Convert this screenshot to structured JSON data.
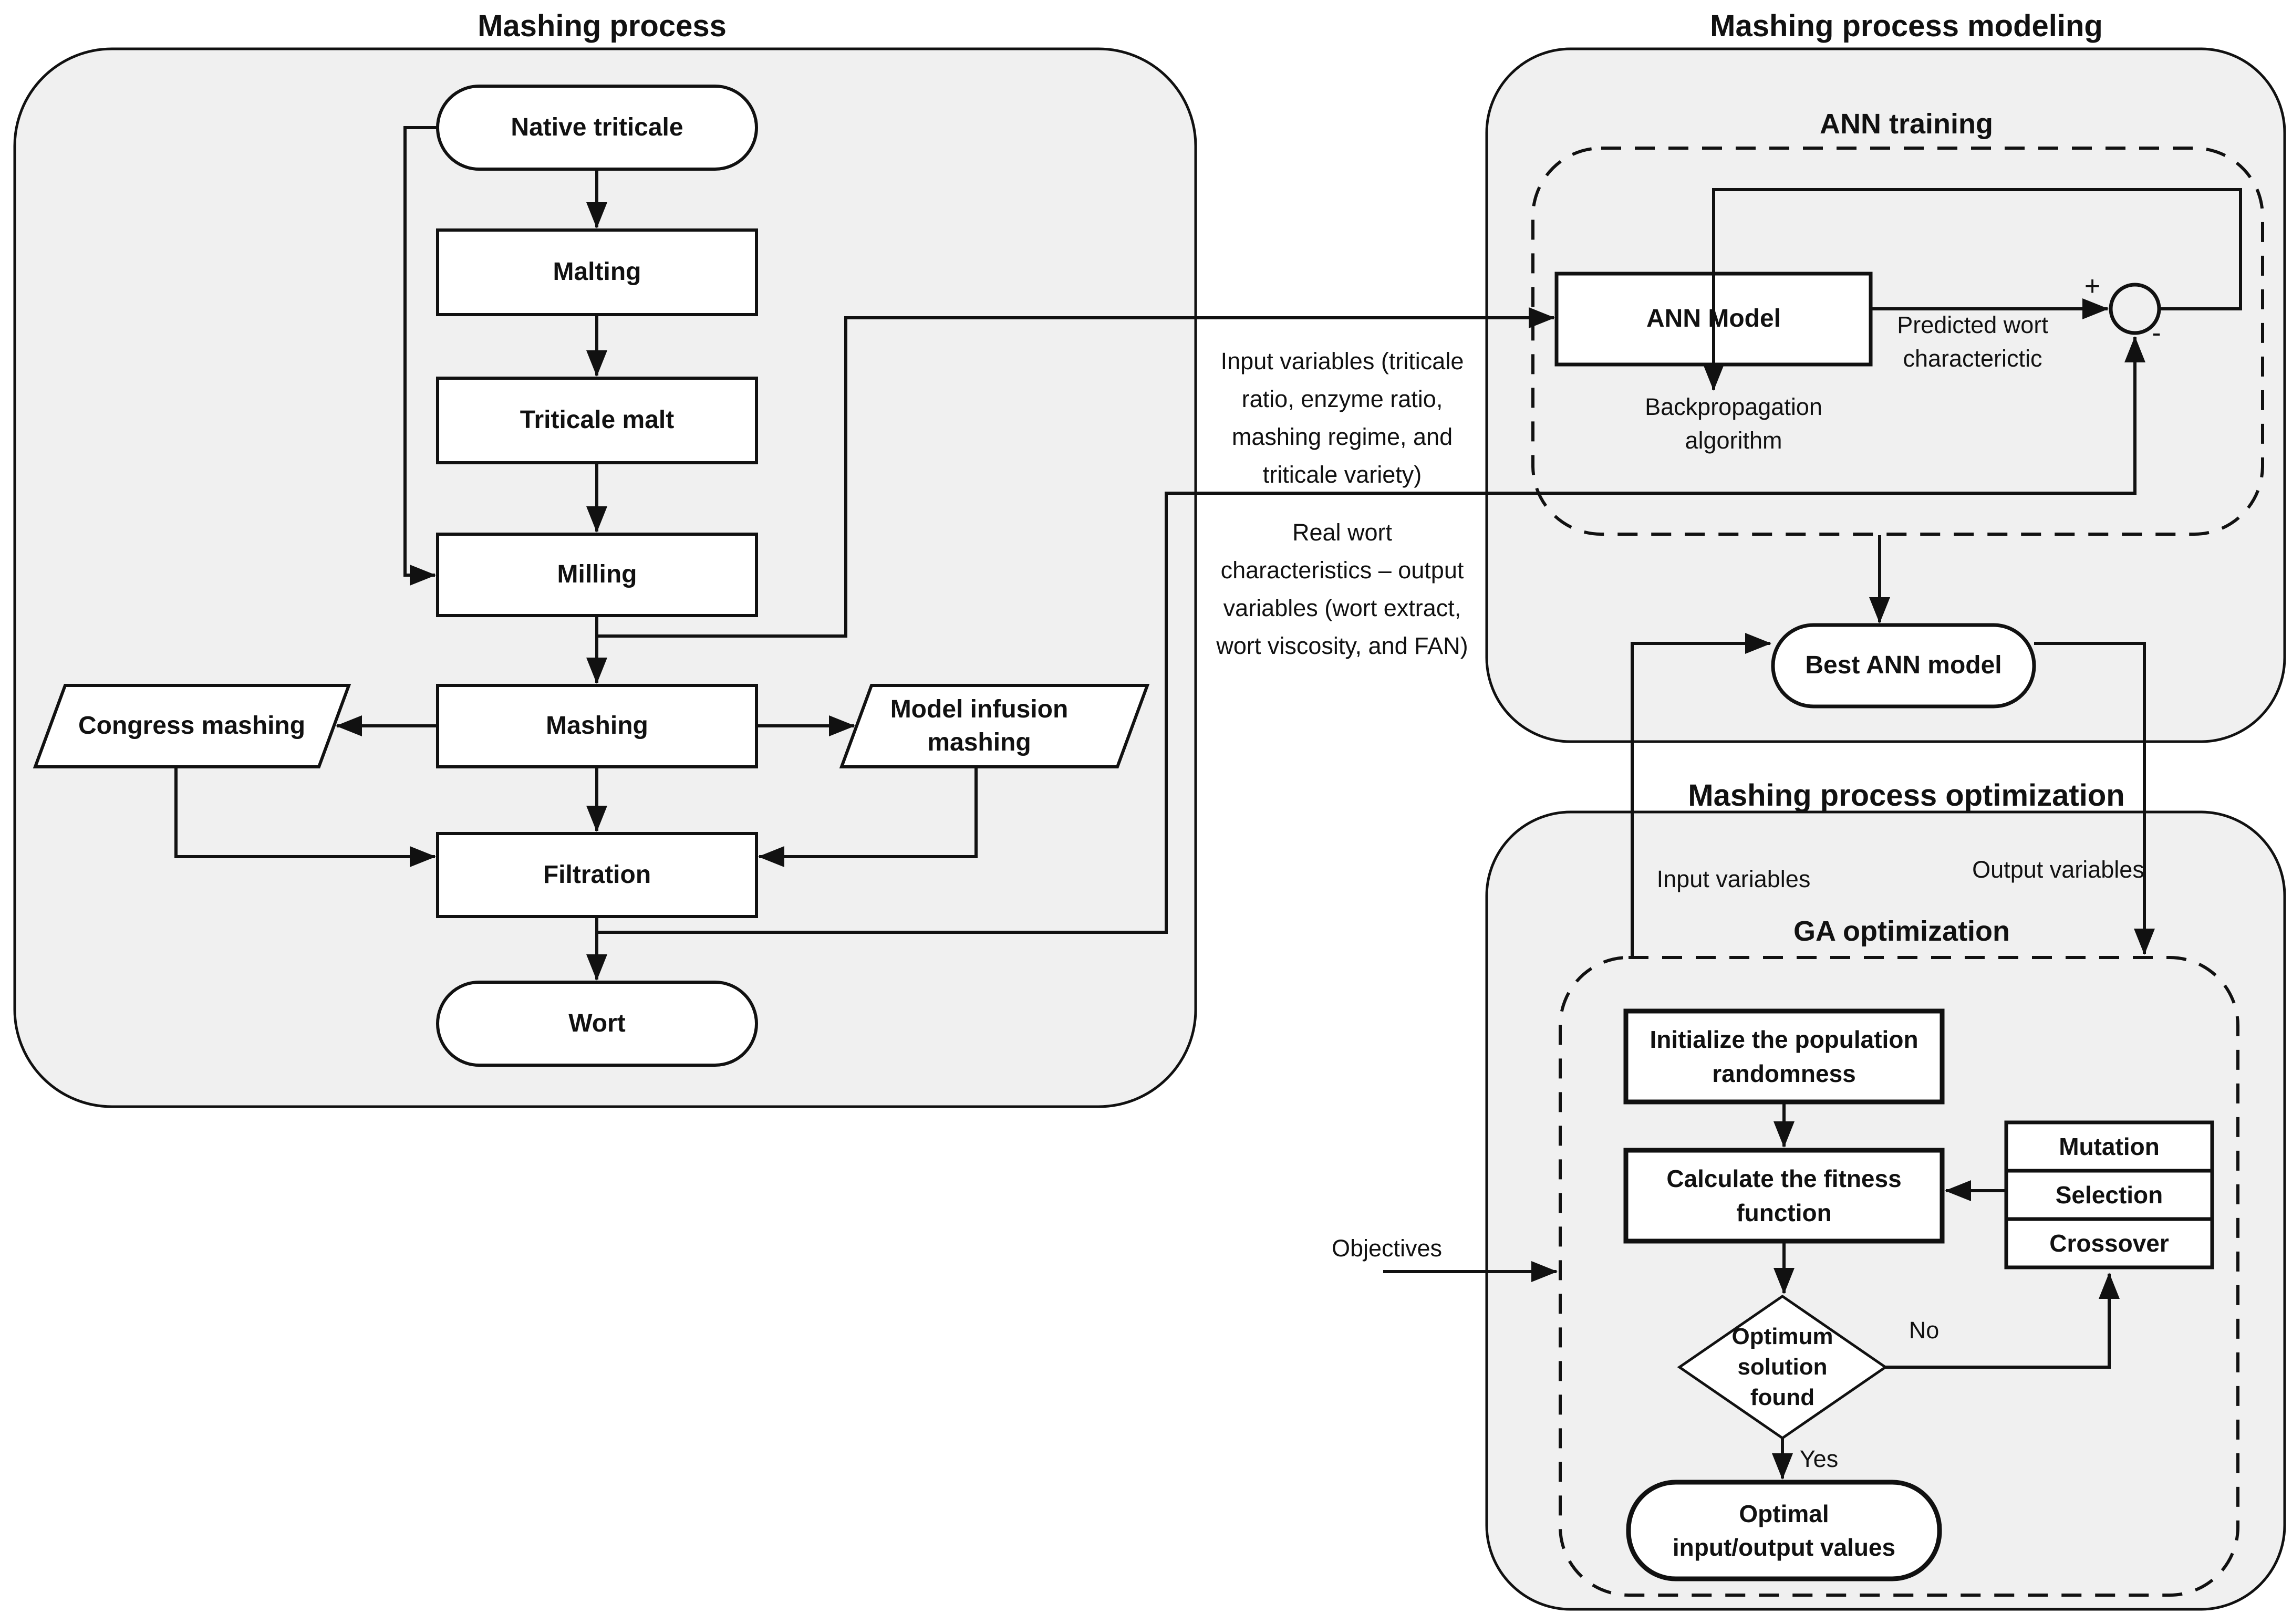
{
  "figure": {
    "colors": {
      "panel_fill": "#f0f0f0",
      "node_fill": "#ffffff",
      "line": "#111111",
      "background": "#ffffff"
    },
    "titles": {
      "mashing_process": "Mashing process",
      "modeling": "Mashing process modeling",
      "ann_training": "ANN training",
      "optimization": "Mashing process optimization",
      "ga_optimization": "GA optimization"
    },
    "mashing_nodes": {
      "native_triticale": "Native triticale",
      "malting": "Malting",
      "triticale_malt": "Triticale malt",
      "milling": "Milling",
      "mashing": "Mashing",
      "congress_mashing": "Congress mashing",
      "model_infusion_lines": [
        "Model infusion",
        "mashing"
      ],
      "filtration": "Filtration",
      "wort": "Wort"
    },
    "modeling_nodes": {
      "ann_model": "ANN Model",
      "best_ann_model": "Best ANN model",
      "backprop_lines": [
        "Backpropagation",
        "algorithm"
      ],
      "predicted_lines": [
        "Predicted wort",
        "characterictic"
      ],
      "plus": "+",
      "minus": "-"
    },
    "ga_nodes": {
      "initialize_lines": [
        "Initialize the population",
        "randomness"
      ],
      "fitness_lines": [
        "Calculate the fitness",
        "function"
      ],
      "mutation": "Mutation",
      "selection": "Selection",
      "crossover": "Crossover",
      "decision_lines": [
        "Optimum",
        "solution",
        "found"
      ],
      "optimal_lines": [
        "Optimal",
        "input/output values"
      ],
      "no": "No",
      "yes": "Yes"
    },
    "flow_labels": {
      "input_long_lines": [
        "Input variables (triticale",
        "ratio, enzyme ratio,",
        "mashing regime, and",
        "triticale variety)"
      ],
      "real_wort_lines": [
        "Real wort",
        "characteristics – output",
        "variables  (wort extract,",
        "wort viscosity, and FAN)"
      ],
      "input_variables": "Input variables",
      "output_variables": "Output variables",
      "objectives": "Objectives"
    }
  }
}
